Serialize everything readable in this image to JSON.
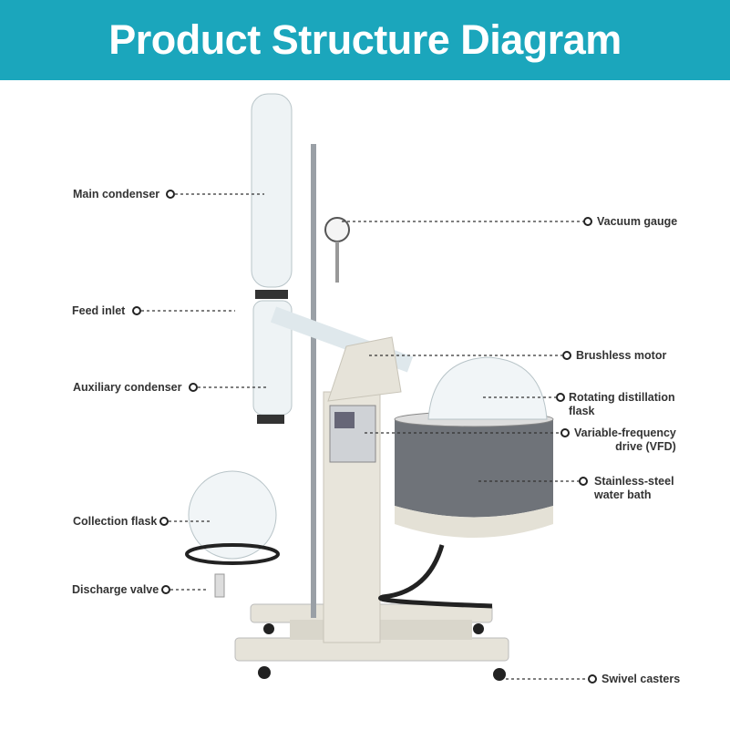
{
  "header": {
    "title": "Product Structure Diagram"
  },
  "colors": {
    "header_bg": "#1ba6bc",
    "label_text": "#333333",
    "bath": "#6f7379",
    "body": "#e4e1d6"
  },
  "labels_left": [
    {
      "id": "main-condenser",
      "text": "Main condenser"
    },
    {
      "id": "feed-inlet",
      "text": "Feed inlet"
    },
    {
      "id": "auxiliary-condenser",
      "text": "Auxiliary condenser"
    },
    {
      "id": "collection-flask",
      "text": "Collection flask"
    },
    {
      "id": "discharge-valve",
      "text": "Discharge valve"
    }
  ],
  "labels_right": [
    {
      "id": "vacuum-gauge",
      "text": "Vacuum gauge"
    },
    {
      "id": "brushless-motor",
      "text": "Brushless motor"
    },
    {
      "id": "rotating-flask",
      "line1": "Rotating distillation",
      "line2": "flask"
    },
    {
      "id": "vfd",
      "line1": "Variable-frequency",
      "line2": "drive (VFD)"
    },
    {
      "id": "water-bath",
      "line1": "Stainless-steel",
      "line2": "water bath"
    },
    {
      "id": "swivel-casters",
      "text": "Swivel casters"
    }
  ]
}
